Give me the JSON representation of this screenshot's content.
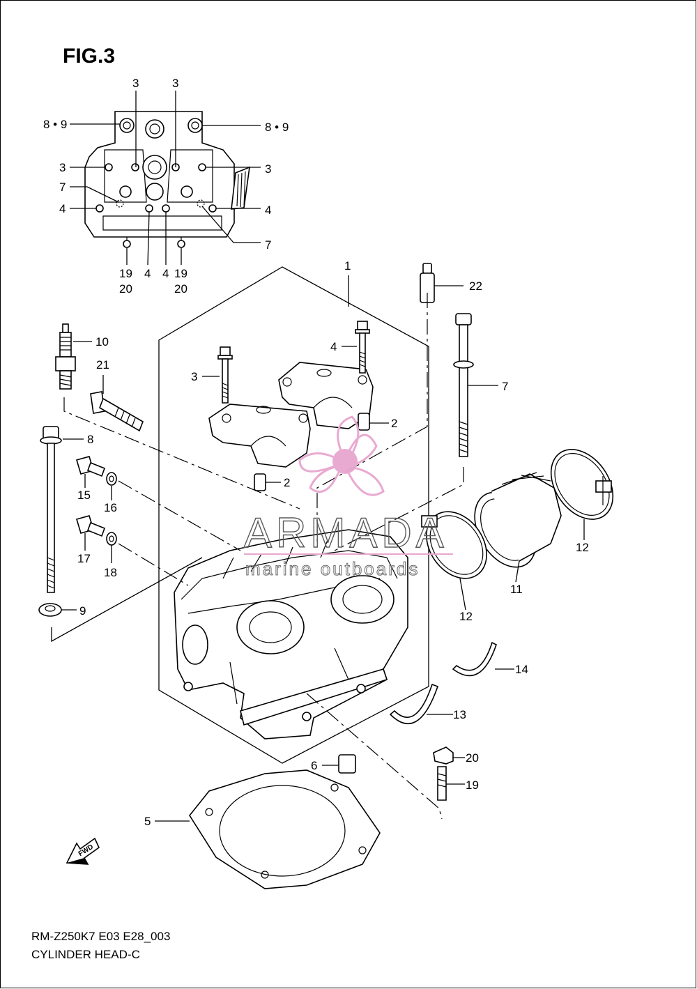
{
  "figure": {
    "title": "FIG.3",
    "model_code": "RM-Z250K7 E03 E28_003",
    "caption": "CYLINDER HEAD-C"
  },
  "watermark": {
    "brand": "ARMADA",
    "tagline": "marine outboards",
    "color": "#e8a6cf"
  },
  "fwd_label": "FWD",
  "callouts": {
    "top_3a": "3",
    "top_3b": "3",
    "l_89": "8 • 9",
    "r_89": "8 • 9",
    "l_3": "3",
    "r_3": "3",
    "l_7": "7",
    "l_4": "4",
    "r_4": "4",
    "r_7": "7",
    "b_19a": "19",
    "b_20a": "20",
    "b_4a": "4",
    "b_4b": "4",
    "b_19b": "19",
    "b_20b": "20",
    "m_1": "1",
    "m_22": "22",
    "m_10": "10",
    "m_4": "4",
    "m_21": "21",
    "m_3": "3",
    "m_7": "7",
    "m_2a": "2",
    "m_8": "8",
    "m_2b": "2",
    "m_15": "15",
    "m_16": "16",
    "m_12a": "12",
    "m_17": "17",
    "m_18": "18",
    "m_11": "11",
    "m_9": "9",
    "m_12b": "12",
    "m_14": "14",
    "m_13": "13",
    "m_20": "20",
    "m_6": "6",
    "m_19": "19",
    "m_5": "5"
  }
}
